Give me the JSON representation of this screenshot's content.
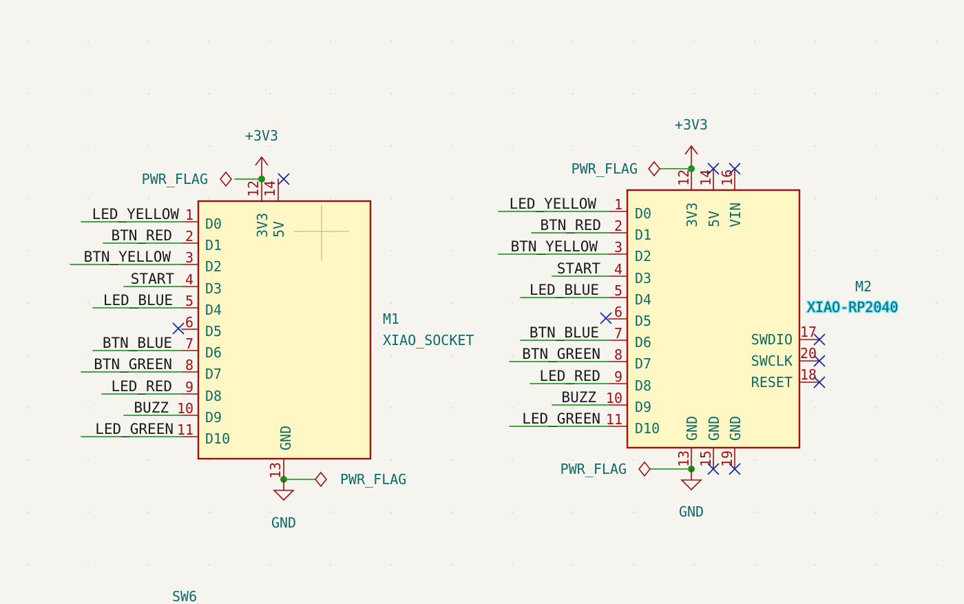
{
  "colors": {
    "background": "#f5f4ef",
    "wire": "#2e9a2e",
    "pin": "#a01010",
    "body_fill": "#fff8c4",
    "body_stroke": "#a01010",
    "text_teal": "#0f6a6a",
    "no_connect": "#1a2aa0",
    "junction": "#159015",
    "highlight": "#6ee0ff"
  },
  "m1": {
    "ref": "M1",
    "value": "XIAO_SOCKET",
    "left_pins": [
      {
        "net": "LED_YELLOW",
        "num": "1",
        "name": "D0"
      },
      {
        "net": "BTN_RED",
        "num": "2",
        "name": "D1"
      },
      {
        "net": "BTN_YELLOW",
        "num": "3",
        "name": "D2"
      },
      {
        "net": "START",
        "num": "4",
        "name": "D3"
      },
      {
        "net": "LED_BLUE",
        "num": "5",
        "name": "D4"
      },
      {
        "net": "",
        "num": "6",
        "name": "D5"
      },
      {
        "net": "BTN_BLUE",
        "num": "7",
        "name": "D6"
      },
      {
        "net": "BTN_GREEN",
        "num": "8",
        "name": "D7"
      },
      {
        "net": "LED_RED",
        "num": "9",
        "name": "D8"
      },
      {
        "net": "BUZZ",
        "num": "10",
        "name": "D9"
      },
      {
        "net": "LED_GREEN",
        "num": "11",
        "name": "D10"
      }
    ],
    "top_pins": [
      {
        "num": "12",
        "name": "3V3"
      },
      {
        "num": "14",
        "name": "5V"
      }
    ],
    "bottom_pins": [
      {
        "num": "13",
        "name": "GND"
      }
    ],
    "power_top": "+3V3",
    "flag_top": "PWR_FLAG",
    "flag_bottom": "PWR_FLAG",
    "gnd": "GND"
  },
  "m2": {
    "ref": "M2",
    "value": "XIAO-RP2040",
    "left_pins": [
      {
        "net": "LED_YELLOW",
        "num": "1",
        "name": "D0"
      },
      {
        "net": "BTN_RED",
        "num": "2",
        "name": "D1"
      },
      {
        "net": "BTN_YELLOW",
        "num": "3",
        "name": "D2"
      },
      {
        "net": "START",
        "num": "4",
        "name": "D3"
      },
      {
        "net": "LED_BLUE",
        "num": "5",
        "name": "D4"
      },
      {
        "net": "",
        "num": "6",
        "name": "D5"
      },
      {
        "net": "BTN_BLUE",
        "num": "7",
        "name": "D6"
      },
      {
        "net": "BTN_GREEN",
        "num": "8",
        "name": "D7"
      },
      {
        "net": "LED_RED",
        "num": "9",
        "name": "D8"
      },
      {
        "net": "BUZZ",
        "num": "10",
        "name": "D9"
      },
      {
        "net": "LED_GREEN",
        "num": "11",
        "name": "D10"
      }
    ],
    "top_pins": [
      {
        "num": "12",
        "name": "3V3"
      },
      {
        "num": "14",
        "name": "5V"
      },
      {
        "num": "16",
        "name": "VIN"
      }
    ],
    "bottom_pins": [
      {
        "num": "13",
        "name": "GND"
      },
      {
        "num": "15",
        "name": "GND"
      },
      {
        "num": "19",
        "name": "GND"
      }
    ],
    "right_pins": [
      {
        "num": "17",
        "name": "SWDIO"
      },
      {
        "num": "20",
        "name": "SWCLK"
      },
      {
        "num": "18",
        "name": "RESET"
      }
    ],
    "power_top": "+3V3",
    "flag_top": "PWR_FLAG",
    "flag_bottom": "PWR_FLAG",
    "gnd": "GND"
  },
  "sw6": {
    "ref": "SW6"
  }
}
